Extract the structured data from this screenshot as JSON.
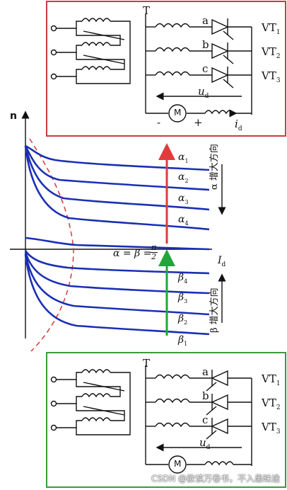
{
  "top_box": {
    "transformer_label": "T",
    "phases": [
      "a",
      "b",
      "c"
    ],
    "thyristors": [
      "VT",
      "VT",
      "VT"
    ],
    "thyristor_subs": [
      "1",
      "2",
      "3"
    ],
    "ud_label": "u",
    "ud_sub": "d",
    "id_label": "i",
    "id_sub": "d",
    "motor_label": "M",
    "minus": "-",
    "plus": "+",
    "border_color": "#cc3a44"
  },
  "bottom_box": {
    "transformer_label": "T",
    "phases": [
      "a",
      "b",
      "c"
    ],
    "thyristors": [
      "VT",
      "VT",
      "VT"
    ],
    "thyristor_subs": [
      "1",
      "2",
      "3"
    ],
    "ud_label": "u",
    "ud_sub": "d",
    "motor_label": "M",
    "border_color": "#3b9b3b"
  },
  "chart": {
    "y_axis_label": "n",
    "x_axis_label": "I",
    "x_axis_sub": "d",
    "alpha_labels": [
      "α",
      "α",
      "α",
      "α"
    ],
    "alpha_subs": [
      "1",
      "2",
      "3",
      "4"
    ],
    "beta_labels": [
      "β",
      "β",
      "β",
      "β"
    ],
    "beta_subs": [
      "4",
      "3",
      "2",
      "1"
    ],
    "center_eq": "α = β =",
    "pi_over_2": {
      "num": "π",
      "den": "2"
    },
    "alpha_dir": "α 增大方向",
    "beta_dir": "β 增大方向",
    "curve_color": "#1a2fb5",
    "alpha_arrow_color": "#e23a3a",
    "beta_arrow_color": "#22a63a",
    "boundary_color": "#d43a3a"
  },
  "watermark": "CSDN @欲读万卷书，不入愚昧途"
}
